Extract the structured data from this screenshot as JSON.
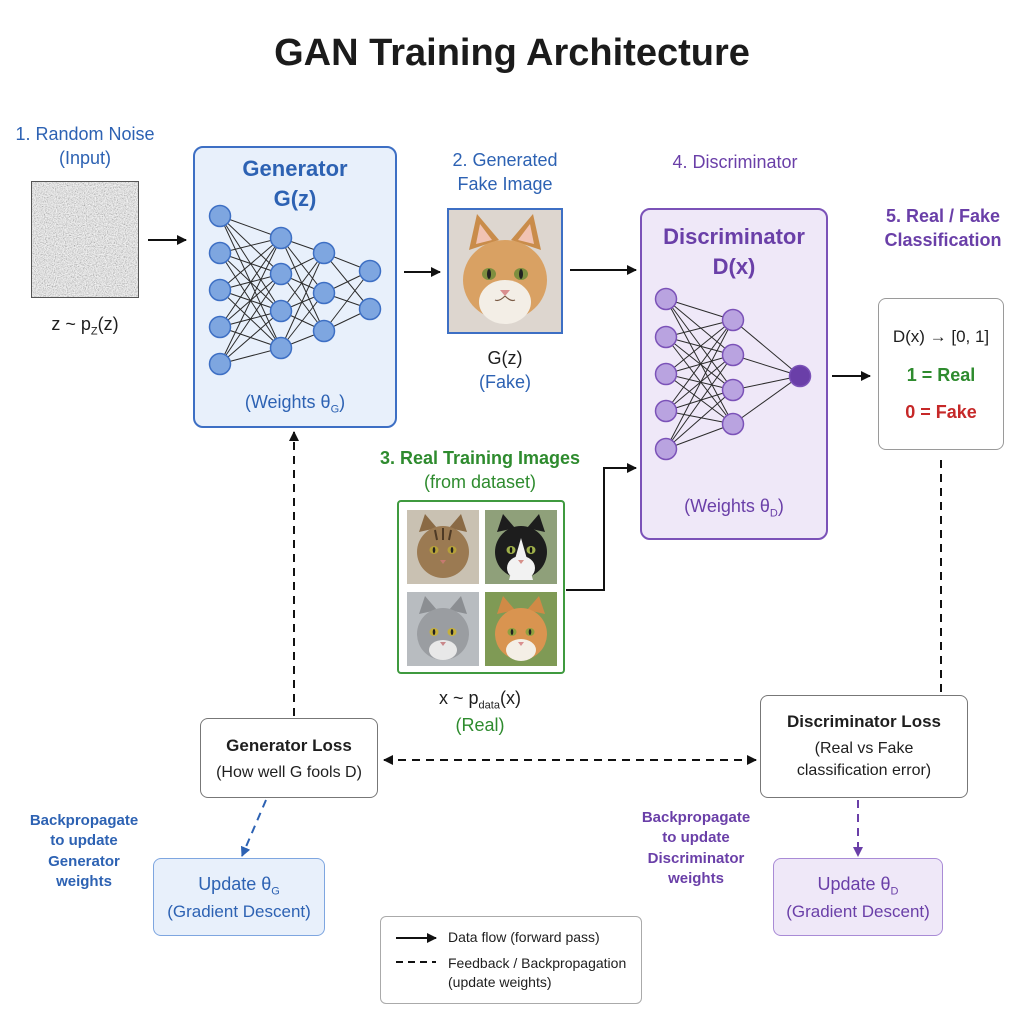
{
  "title": "GAN Training Architecture",
  "noise": {
    "label_1": "1. Random Noise",
    "label_2": "(Input)",
    "formula": "z ~ p",
    "formula_sub": "Z",
    "formula_tail": "(z)"
  },
  "generator": {
    "title_1": "Generator",
    "title_2": "G(z)",
    "weights": "(Weights θ",
    "weights_sub": "G",
    "weights_tail": ")"
  },
  "fake": {
    "label_1": "2. Generated",
    "label_2": "Fake Image",
    "caption_1": "G(z)",
    "caption_2": "(Fake)"
  },
  "real": {
    "label_1": "3. Real Training Images",
    "label_2": "(from dataset)",
    "formula": "x ~ p",
    "formula_sub": "data",
    "formula_tail": "(x)",
    "caption": "(Real)"
  },
  "discriminator": {
    "label": "4. Discriminator",
    "title_1": "Discriminator",
    "title_2": "D(x)",
    "weights": "(Weights θ",
    "weights_sub": "D",
    "weights_tail": ")"
  },
  "classification": {
    "label_1": "5. Real / Fake",
    "label_2": "Classification",
    "range": "D(x) → [0, 1]",
    "real": "1 = Real",
    "fake": "0 = Fake"
  },
  "gen_loss": {
    "title": "Generator Loss",
    "desc": "(How well G fools D)"
  },
  "disc_loss": {
    "title": "Discriminator Loss",
    "desc_1": "(Real vs Fake",
    "desc_2": "classification error)"
  },
  "backprop_g": {
    "line_1": "Backpropagate",
    "line_2": "to update",
    "line_3": "Generator",
    "line_4": "weights"
  },
  "backprop_d": {
    "line_1": "Backpropagate",
    "line_2": "to update",
    "line_3": "Discriminator",
    "line_4": "weights"
  },
  "update_g": {
    "title": "Update θ",
    "title_sub": "G",
    "desc": "(Gradient Descent)"
  },
  "update_d": {
    "title": "Update θ",
    "title_sub": "D",
    "desc": "(Gradient Descent)"
  },
  "legend": {
    "solid": "Data flow (forward pass)",
    "dashed_1": "Feedback / Backpropagation",
    "dashed_2": "(update weights)"
  },
  "colors": {
    "generator_fill": "#e8f0fb",
    "generator_node": "#7ea6e0",
    "generator_stroke": "#3d6fc4",
    "discriminator_fill": "#efe8f8",
    "discriminator_node": "#b9a3e0",
    "discriminator_stroke": "#7b52b8",
    "discriminator_output": "#6a3fa8",
    "real_border": "#3f9a3f"
  }
}
